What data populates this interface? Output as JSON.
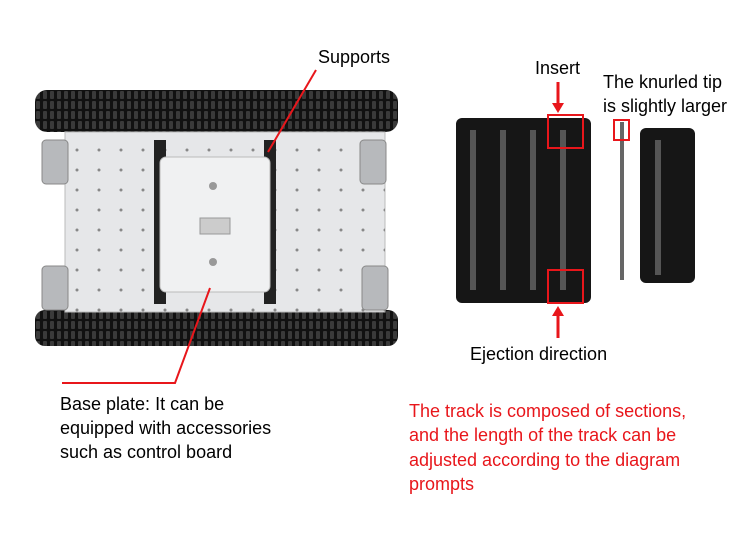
{
  "labels": {
    "supports": "Supports",
    "insert": "Insert",
    "knurled_tip": [
      "The knurled tip",
      "is slightly larger"
    ],
    "ejection": "Ejection direction",
    "base_plate": [
      "Base plate: It can be",
      "equipped with accessories",
      "such as control board"
    ],
    "track_note": [
      "The track is composed of sections,",
      "and the length of the track can be",
      "adjusted according to the diagram",
      "prompts"
    ]
  },
  "colors": {
    "annotation": "#e8161b",
    "track": "#1a1a1a",
    "plate": "#e6e7e9"
  }
}
